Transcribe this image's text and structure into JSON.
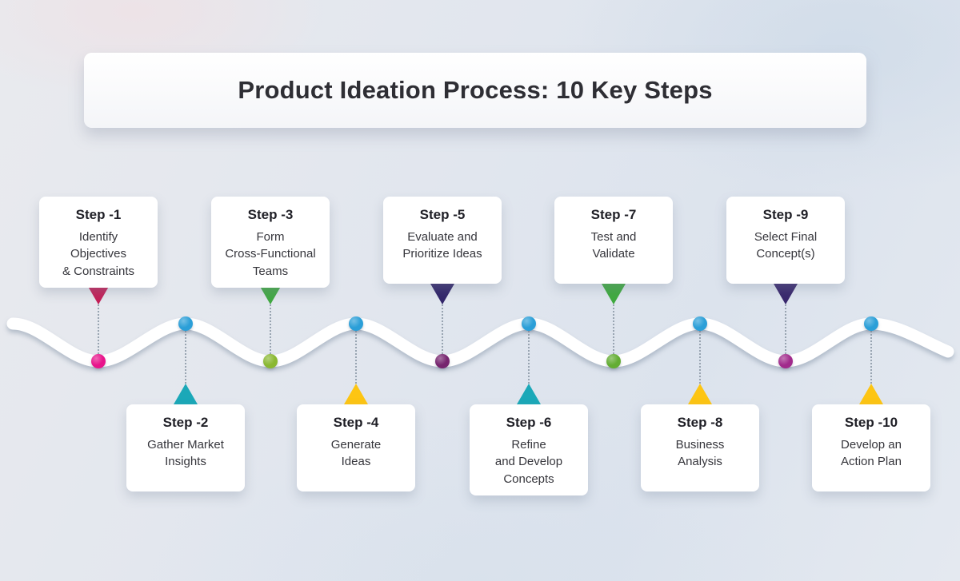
{
  "title": "Product Ideation Process: 10 Key Steps",
  "wave_color": "#ffffff",
  "steps": [
    {
      "label": "Step -1",
      "description": "Identify\nObjectives\n& Constraints",
      "side": "top",
      "triangle_color": "#c41d55",
      "dot_color": "#e8148b"
    },
    {
      "label": "Step -2",
      "description": "Gather Market\nInsights",
      "side": "bottom",
      "triangle_color": "#1ba8b8",
      "dot_color": "#2b9fd8"
    },
    {
      "label": "Step -3",
      "description": "Form\nCross-Functional\nTeams",
      "side": "top",
      "triangle_color": "#3fa93f",
      "dot_color": "#8ab832"
    },
    {
      "label": "Step -4",
      "description": "Generate\nIdeas",
      "side": "bottom",
      "triangle_color": "#fdc513",
      "dot_color": "#2b9fd8"
    },
    {
      "label": "Step -5",
      "description": "Evaluate and\nPrioritize Ideas",
      "side": "top",
      "triangle_color": "#32266a",
      "dot_color": "#76256f"
    },
    {
      "label": "Step -6",
      "description": "Refine\nand Develop\nConcepts",
      "side": "bottom",
      "triangle_color": "#1ba8b8",
      "dot_color": "#2b9fd8"
    },
    {
      "label": "Step -7",
      "description": "Test and\nValidate",
      "side": "top",
      "triangle_color": "#3fa93f",
      "dot_color": "#63ad33"
    },
    {
      "label": "Step -8",
      "description": "Business\nAnalysis",
      "side": "bottom",
      "triangle_color": "#fdc513",
      "dot_color": "#2b9fd8"
    },
    {
      "label": "Step -9",
      "description": "Select Final\nConcept(s)",
      "side": "top",
      "triangle_color": "#39286d",
      "dot_color": "#a12b8c"
    },
    {
      "label": "Step -10",
      "description": "Develop an\nAction Plan",
      "side": "bottom",
      "triangle_color": "#fdc513",
      "dot_color": "#2b9fd8"
    }
  ]
}
